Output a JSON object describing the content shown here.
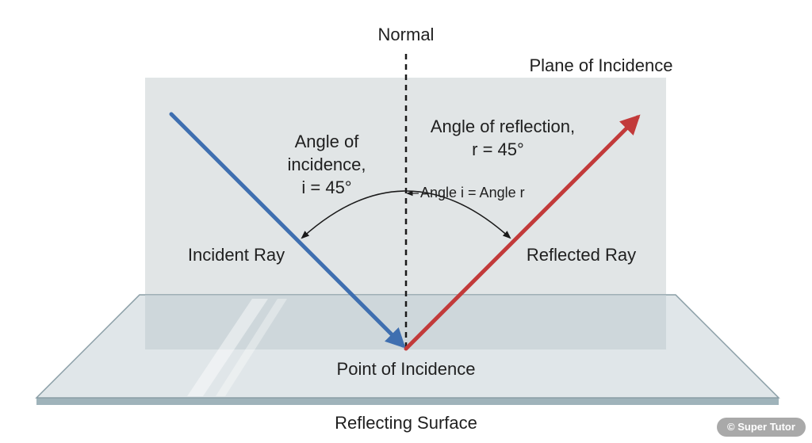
{
  "labels": {
    "normal": "Normal",
    "plane": "Plane of Incidence",
    "angle_incidence_line1": "Angle of",
    "angle_incidence_line2": "incidence,",
    "angle_incidence_line3": "i = 45°",
    "angle_reflection_line1": "Angle of reflection,",
    "angle_reflection_line2": "r = 45°",
    "angle_equality": "Angle i = Angle r",
    "incident_ray": "Incident Ray",
    "reflected_ray": "Reflected Ray",
    "point_of_incidence": "Point of Incidence",
    "reflecting_surface": "Reflecting Surface"
  },
  "watermark": "© Super Tutor",
  "angles": {
    "incidence_deg": 45,
    "reflection_deg": 45
  },
  "colors": {
    "incident_ray": "#3f6fb0",
    "reflected_ray": "#c23a3a",
    "plane": "#dfe4e5",
    "surface": "#dfe6e8",
    "surface_edge": "#8a9ea6",
    "normal": "#1a1a1a"
  }
}
